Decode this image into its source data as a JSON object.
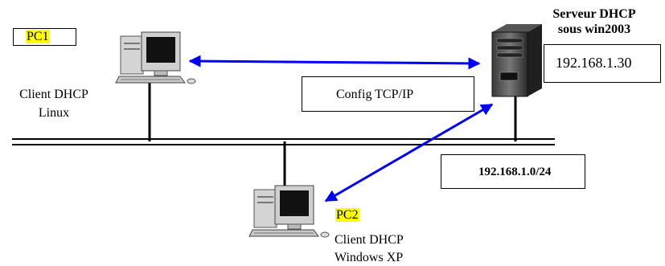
{
  "nodes": {
    "pc1": {
      "tag": "PC1",
      "role_line1": "Client DHCP",
      "role_line2": "Linux"
    },
    "pc2": {
      "tag": "PC2",
      "role_line1": "Client DHCP",
      "role_line2": "Windows XP"
    },
    "server": {
      "title_line1": "Serveur DHCP",
      "title_line2": "sous win2003",
      "ip": "192.168.1.30"
    }
  },
  "network": {
    "subnet": "192.168.1.0/24"
  },
  "link_label": "Config TCP/IP",
  "colors": {
    "arrow": "#0000ff",
    "highlight": "#ffff00",
    "line": "#000000"
  }
}
